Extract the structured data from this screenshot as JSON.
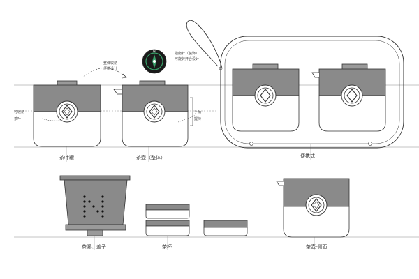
{
  "labels": {
    "tea_caddy": "茶叶罐",
    "teapot_rotate": "茶壶（整体）",
    "portable_set": "便携式",
    "strainer_lid": "茶漏、盖子",
    "tea_cups": "茶杯",
    "teapot_side": "茶壶·侧面"
  },
  "notes": {
    "left_note_1": "可收纳",
    "left_note_2": "茶叶",
    "top_note_1": "整体收纳",
    "top_note_2": "便携设计",
    "top_right_note_1": "指南针（装饰）",
    "top_right_note_2": "可旋转开合设计",
    "mid_right_note_1": "手柄",
    "mid_right_note_2": "握持"
  },
  "icons": {
    "compass": "compass-icon",
    "diamond": "diamond-logo-icon",
    "n_logo": "n-logo-icon"
  },
  "colors": {
    "body_fill": "#8a8a8a",
    "line": "#333333",
    "compass_bg": "#1a1a1a",
    "compass_accent": "#3aa36b"
  }
}
